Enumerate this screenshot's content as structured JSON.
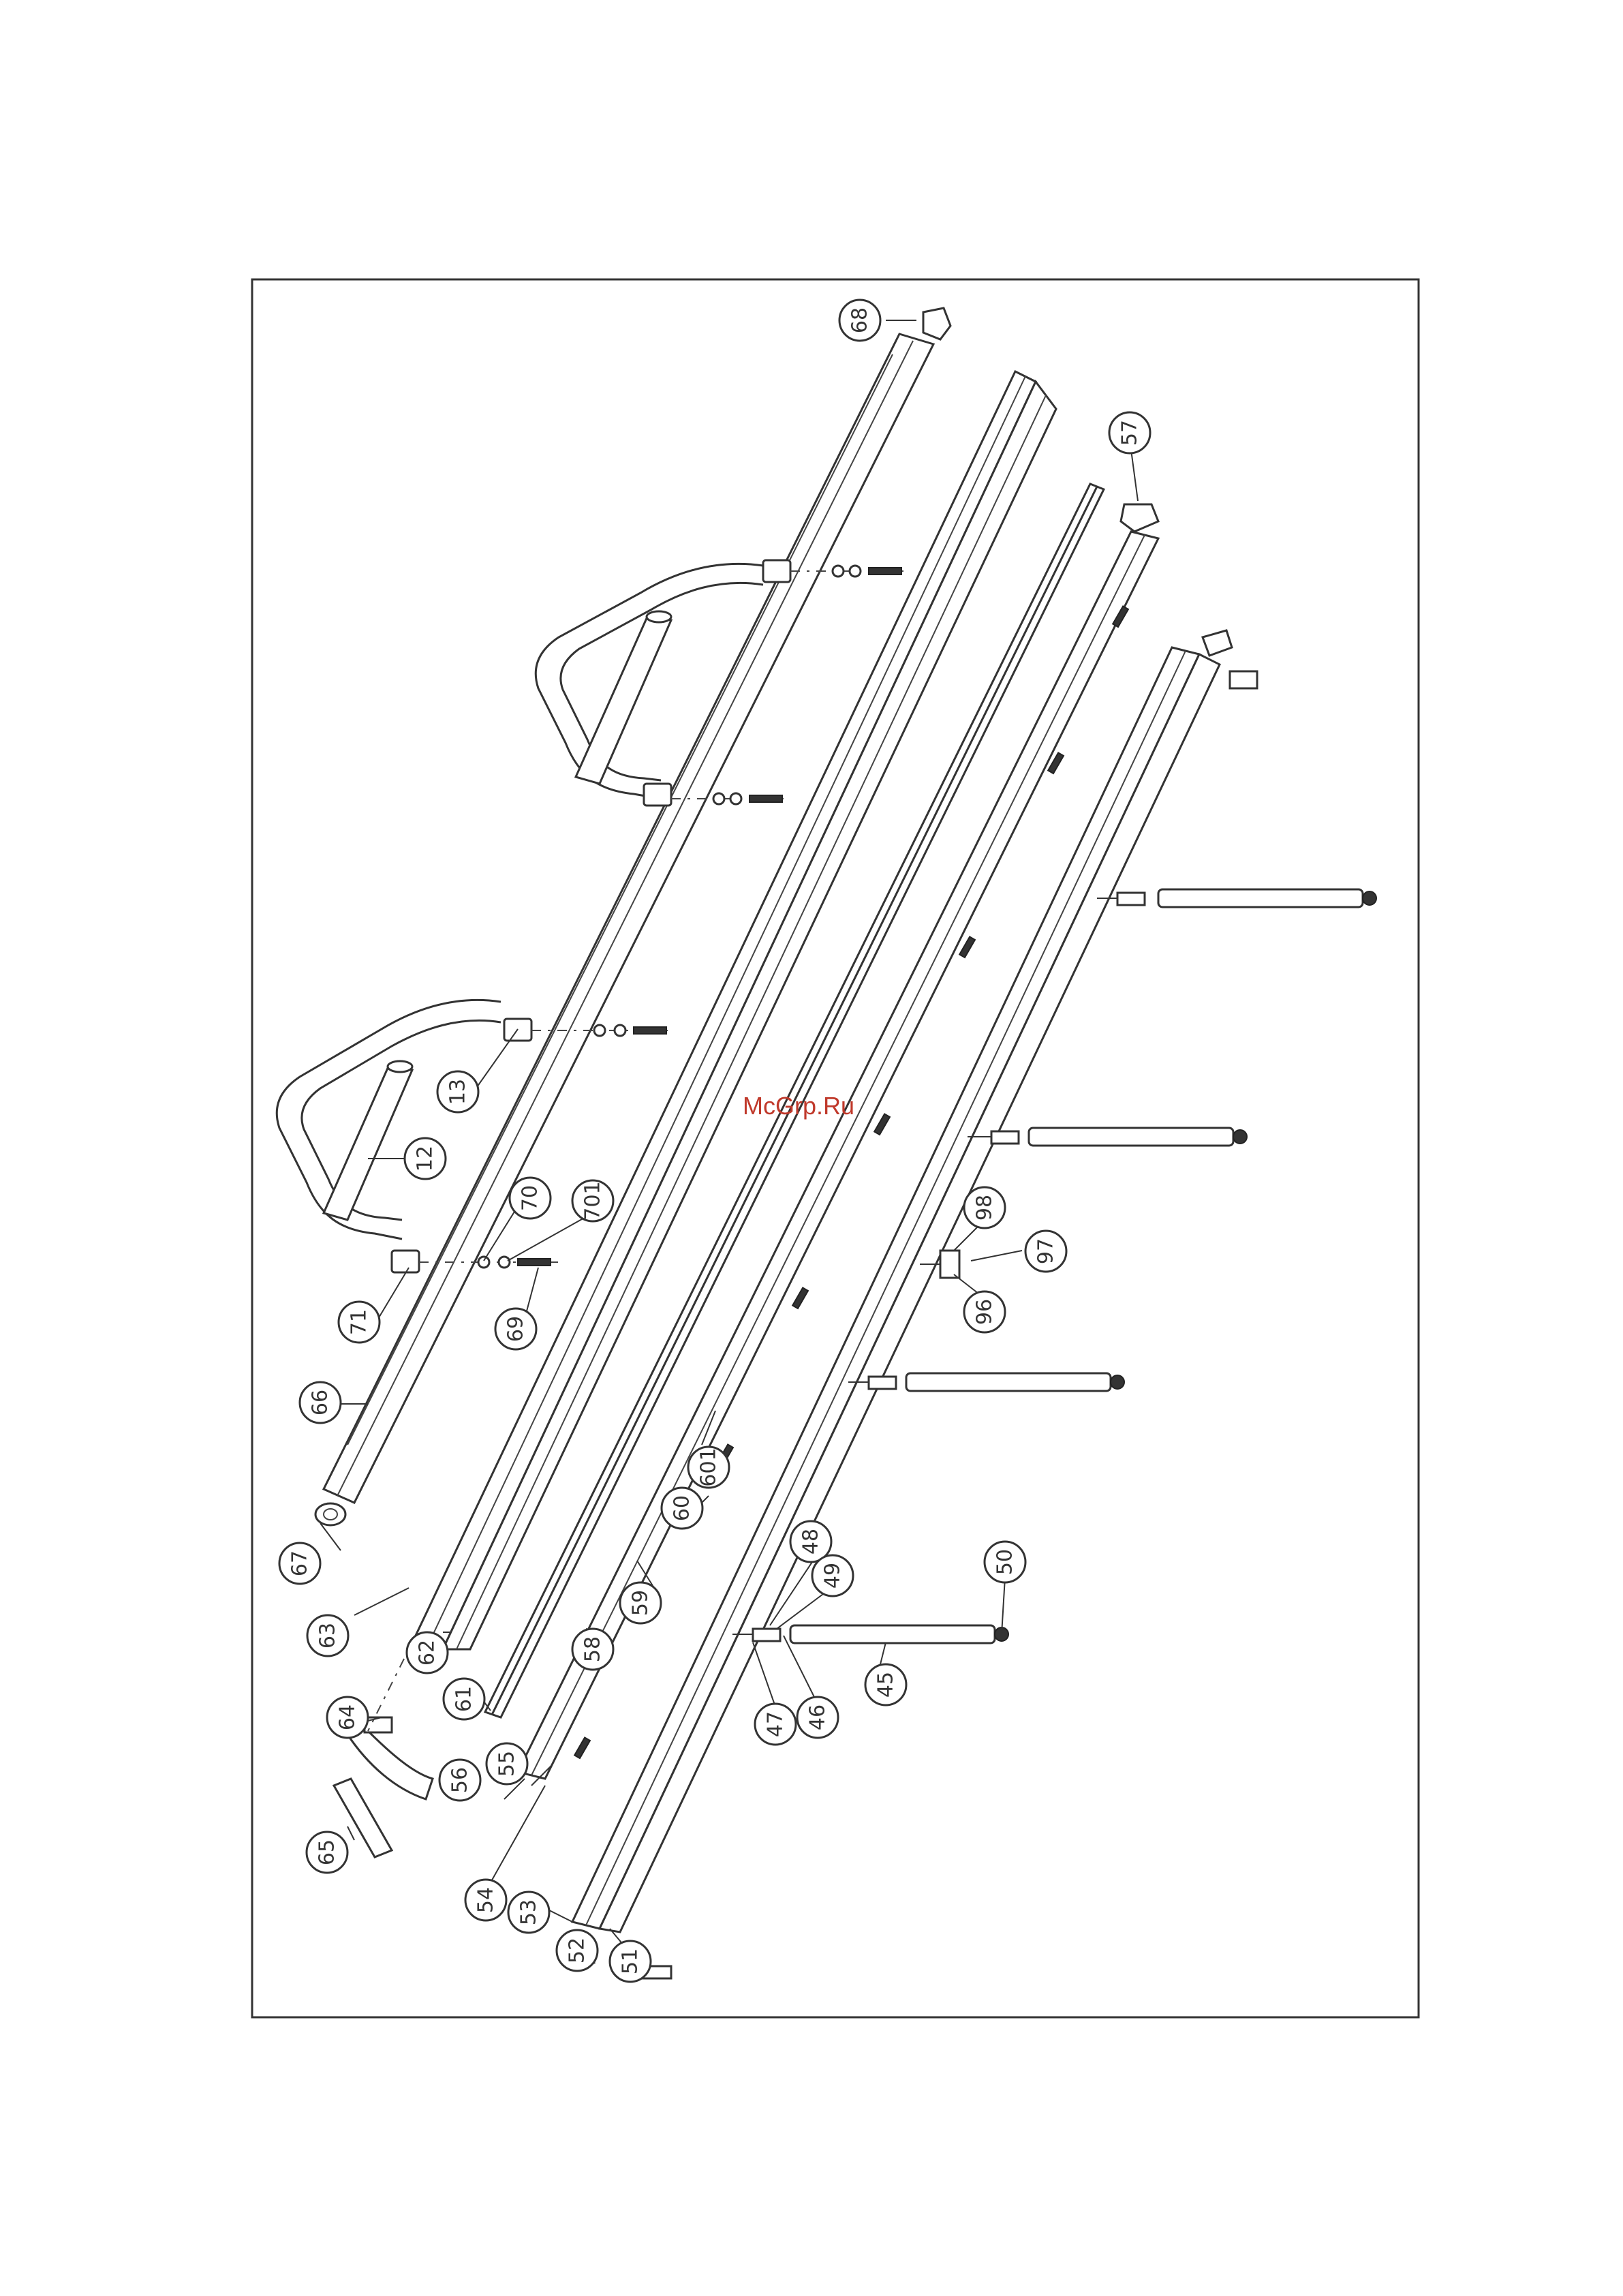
{
  "watermark": "McGrp.Ru",
  "callouts": [
    {
      "id": "c68",
      "label": "68"
    },
    {
      "id": "c57",
      "label": "57"
    },
    {
      "id": "c13",
      "label": "13"
    },
    {
      "id": "c12",
      "label": "12"
    },
    {
      "id": "c70",
      "label": "70"
    },
    {
      "id": "c701",
      "label": "701"
    },
    {
      "id": "c71",
      "label": "71"
    },
    {
      "id": "c69",
      "label": "69"
    },
    {
      "id": "c66",
      "label": "66"
    },
    {
      "id": "c67",
      "label": "67"
    },
    {
      "id": "c63",
      "label": "63"
    },
    {
      "id": "c62",
      "label": "62"
    },
    {
      "id": "c61",
      "label": "61"
    },
    {
      "id": "c64",
      "label": "64"
    },
    {
      "id": "c65",
      "label": "65"
    },
    {
      "id": "c56",
      "label": "56"
    },
    {
      "id": "c55",
      "label": "55"
    },
    {
      "id": "c58",
      "label": "58"
    },
    {
      "id": "c59",
      "label": "59"
    },
    {
      "id": "c60",
      "label": "60"
    },
    {
      "id": "c601",
      "label": "601"
    },
    {
      "id": "c54",
      "label": "54"
    },
    {
      "id": "c53",
      "label": "53"
    },
    {
      "id": "c52",
      "label": "52"
    },
    {
      "id": "c51",
      "label": "51"
    },
    {
      "id": "c47",
      "label": "47"
    },
    {
      "id": "c46",
      "label": "46"
    },
    {
      "id": "c45",
      "label": "45"
    },
    {
      "id": "c48",
      "label": "48"
    },
    {
      "id": "c49",
      "label": "49"
    },
    {
      "id": "c50",
      "label": "50"
    },
    {
      "id": "c96",
      "label": "96"
    },
    {
      "id": "c97",
      "label": "97"
    },
    {
      "id": "c98",
      "label": "98"
    }
  ]
}
